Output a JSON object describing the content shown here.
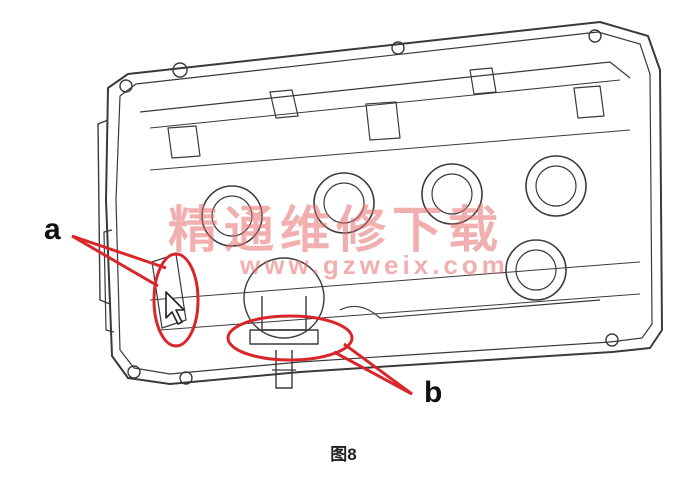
{
  "labels": {
    "a": "a",
    "b": "b"
  },
  "caption": "图8",
  "watermark": {
    "text": "精通维修下载",
    "url": "www.gzweix.com"
  },
  "colors": {
    "line": "#3a3a3a",
    "annotation": "#d9262b",
    "watermark": "#e86e6e"
  }
}
